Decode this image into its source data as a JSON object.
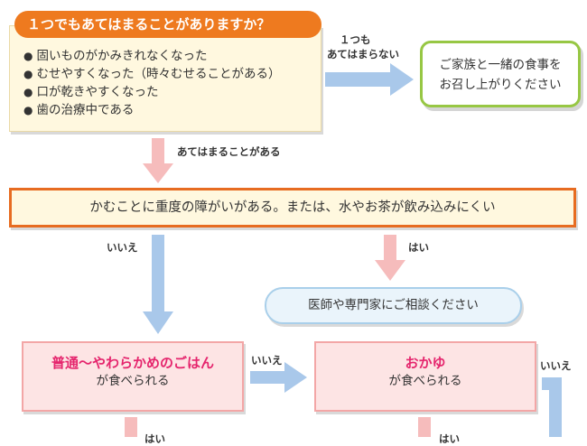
{
  "question": {
    "title": "１つでもあてはまることがありますか？",
    "items": [
      "固いものがかみきれなくなった",
      "むせやすくなった（時々むせることがある）",
      "口が乾きやすくなった",
      "歯の治療中である"
    ]
  },
  "no_branch": {
    "label_line1": "１つも",
    "label_line2": "あてはまらない",
    "result_line1": "ご家族と一緒の食事を",
    "result_line2": "お召し上がりください"
  },
  "yes_branch": {
    "label": "あてはまることがある"
  },
  "severity_question": {
    "text": "かむことに重度の障がいがある。または、水やお茶が飲み込みにくい"
  },
  "severity_no_label": "いいえ",
  "severity_yes_label": "はい",
  "consult": {
    "text": "医師や専門家にご相談ください"
  },
  "rice": {
    "title": "普通〜やわらかめのごはん",
    "sub": "が食べられる"
  },
  "rice_no_label": "いいえ",
  "porridge": {
    "title": "おかゆ",
    "sub": "が食べられる"
  },
  "porridge_no_label": "いいえ",
  "rice_yes_label": "はい",
  "porridge_yes_label": "はい",
  "colors": {
    "orange": "#ee7a1f",
    "pink_arrow": "#f6bcbc",
    "blue_arrow": "#a9c8ea",
    "green_border": "#97c744",
    "magenta_text": "#e5256d"
  }
}
